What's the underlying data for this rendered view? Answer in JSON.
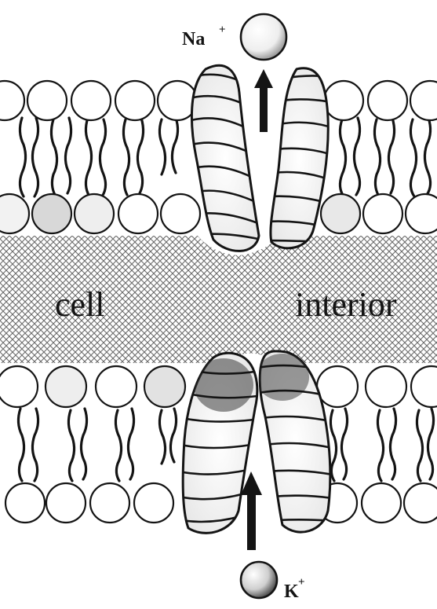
{
  "labels": {
    "sodium_ion": "Na",
    "sodium_charge": "+",
    "potassium_ion": "K",
    "potassium_charge": "+",
    "interior_left": "cell",
    "interior_right": "interior"
  },
  "colors": {
    "ink": "#141414",
    "background": "#ffffff",
    "interior_hatch": "#6a6a6a"
  },
  "icons": {
    "na_ion": "sphere",
    "k_ion": "sphere",
    "flow_arrow": "up-arrow"
  }
}
